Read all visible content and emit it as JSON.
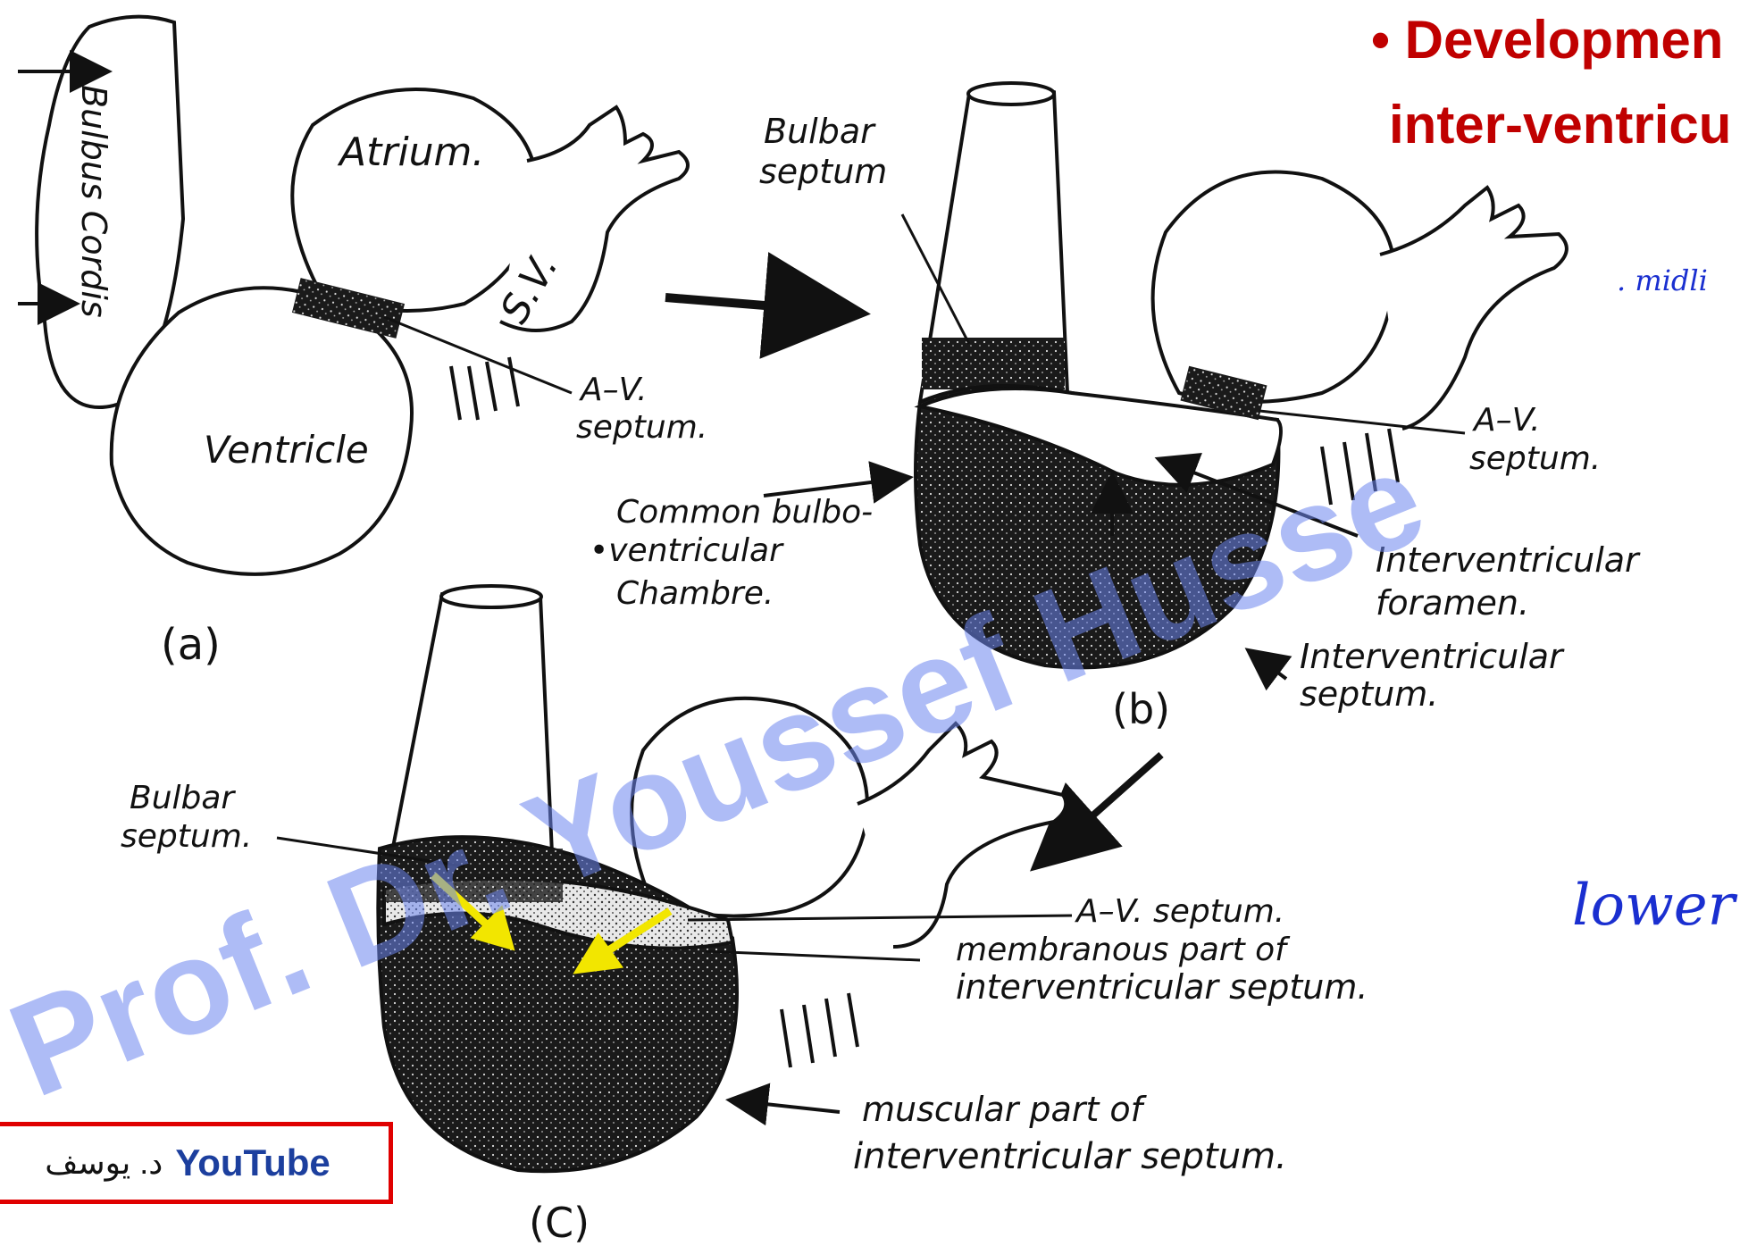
{
  "title": {
    "line1": "• Developmen",
    "line2": "inter-ventricu"
  },
  "panel_a": {
    "bulbus": "Bulbus Cordis",
    "atrium": "Atrium.",
    "sv": "S.V.",
    "ventricle": "Ventricle",
    "av1": "A–V.",
    "av2": "septum.",
    "label": "(a)"
  },
  "panel_b": {
    "bulbar1": "Bulbar",
    "bulbar2": "septum",
    "common1": "Common bulbo-",
    "common2": "•ventricular",
    "common3": "Chambre.",
    "av1": "A–V.",
    "av2": "septum.",
    "ivf1": "Interventricular",
    "ivf2": "foramen.",
    "ivs1": "Interventricular",
    "ivs2": "septum.",
    "label": "(b)"
  },
  "panel_c": {
    "bulbar1": "Bulbar",
    "bulbar2": "septum.",
    "av": "A–V. septum.",
    "memb1": "membranous part of",
    "memb2": "interventricular septum.",
    "musc1": "muscular part of",
    "musc2": "interventricular septum.",
    "label": "(C)"
  },
  "notes": {
    "midline": ". midli",
    "lower": "lower s"
  },
  "watermark": "Prof. Dr. Youssef Husse",
  "youtube": {
    "brand": "YouTube",
    "arabic": "د. يوسف"
  },
  "colors": {
    "title": "#c00000",
    "watermark": "#6d86ef",
    "highlight": "#f2e600",
    "youtube_border": "#e00000"
  }
}
